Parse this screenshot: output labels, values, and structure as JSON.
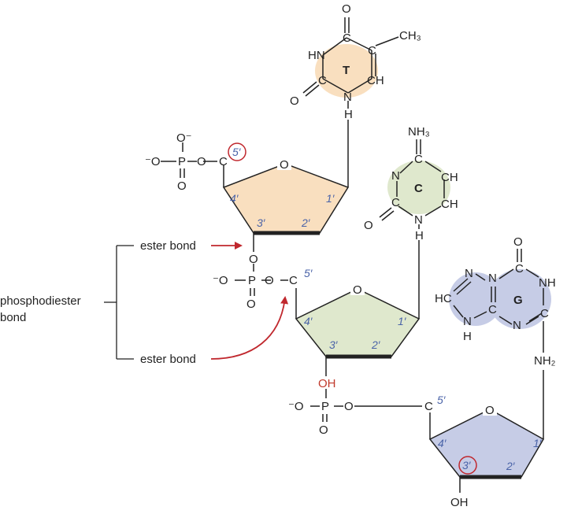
{
  "labels": {
    "ester_bond_top": "ester bond",
    "ester_bond_bottom": "ester bond",
    "phosphodiester_line1": "phosphodiester",
    "phosphodiester_line2": "bond"
  },
  "bases": {
    "thymine": "T",
    "cytosine": "C",
    "guanine": "G"
  },
  "atoms": {
    "O": "O",
    "C": "C",
    "N": "N",
    "P": "P",
    "H": "H",
    "HN": "HN",
    "NH": "NH",
    "CH": "CH",
    "HC": "HC",
    "CH3": "CH₃",
    "NH2": "NH₂",
    "NH3": "NH₃",
    "OH": "OH",
    "Ominus": "⁻O",
    "Osup": "O⁻"
  },
  "carbon_numbers": {
    "one": "1′",
    "two": "2′",
    "three": "3′",
    "four": "4′",
    "five": "5′"
  },
  "colors": {
    "sugar_top": "#f9dfbf",
    "sugar_mid": "#dfe8cd",
    "sugar_bottom": "#c6cce6",
    "base_T": "#f9dfbf",
    "base_C": "#dfe8cd",
    "base_G": "#c6cce6",
    "arrow": "#c0272d",
    "number": "#4a63a8"
  }
}
